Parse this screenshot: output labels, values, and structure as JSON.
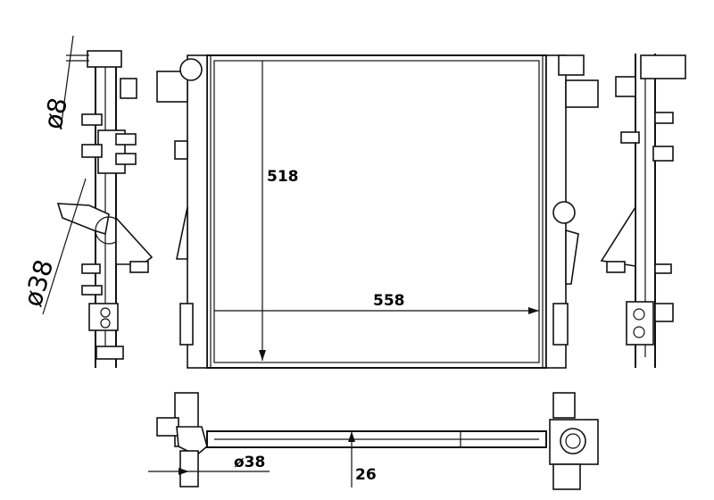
{
  "dimensions": {
    "left_small_diameter": "ø8",
    "left_large_diameter": "ø38",
    "core_height": "518",
    "core_width": "558",
    "bottom_diameter": "ø38",
    "thickness": "26"
  },
  "colors": {
    "line": "#111111",
    "background": "#ffffff"
  }
}
